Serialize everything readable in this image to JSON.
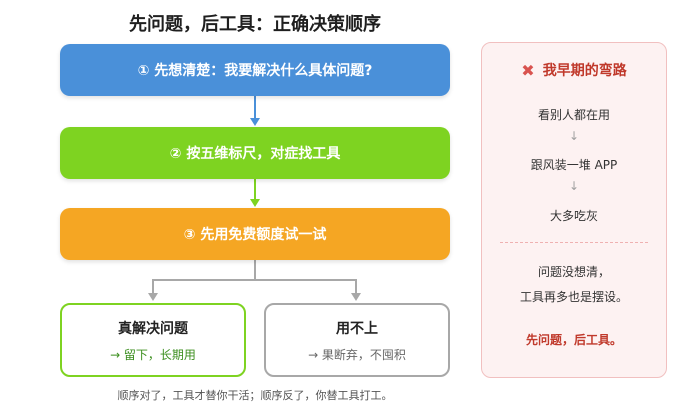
{
  "title": "先问题，后工具：正确决策顺序",
  "steps": [
    "① 先想清楚：我要解决什么具体问题?",
    "② 按五维标尺，对症找工具",
    "③ 先用免费额度试一试"
  ],
  "outcomes": {
    "good": {
      "title": "真解决问题",
      "subtitle": "→ 留下，长期用"
    },
    "bad": {
      "title": "用不上",
      "subtitle": "→ 果断弃，不囤积"
    }
  },
  "footnote": "顺序对了，工具才替你干活；顺序反了，你替工具打工。",
  "panel": {
    "icon": "x-mark-icon",
    "title": "我早期的弯路",
    "path": [
      "看别人都在用",
      "跟风装一堆 APP",
      "大多吃灰"
    ],
    "arrow": "↓",
    "lesson_lines": [
      "问题没想清，",
      "工具再多也是摆设。"
    ],
    "conclusion": "先问题，后工具。"
  },
  "colors": {
    "step1": "#4a90d9",
    "step2": "#7ed321",
    "step3": "#f5a623",
    "good_border": "#7ed321",
    "bad_border": "#a8a8a8",
    "panel_bg": "#fdf2f2",
    "panel_accent": "#c0392b"
  }
}
